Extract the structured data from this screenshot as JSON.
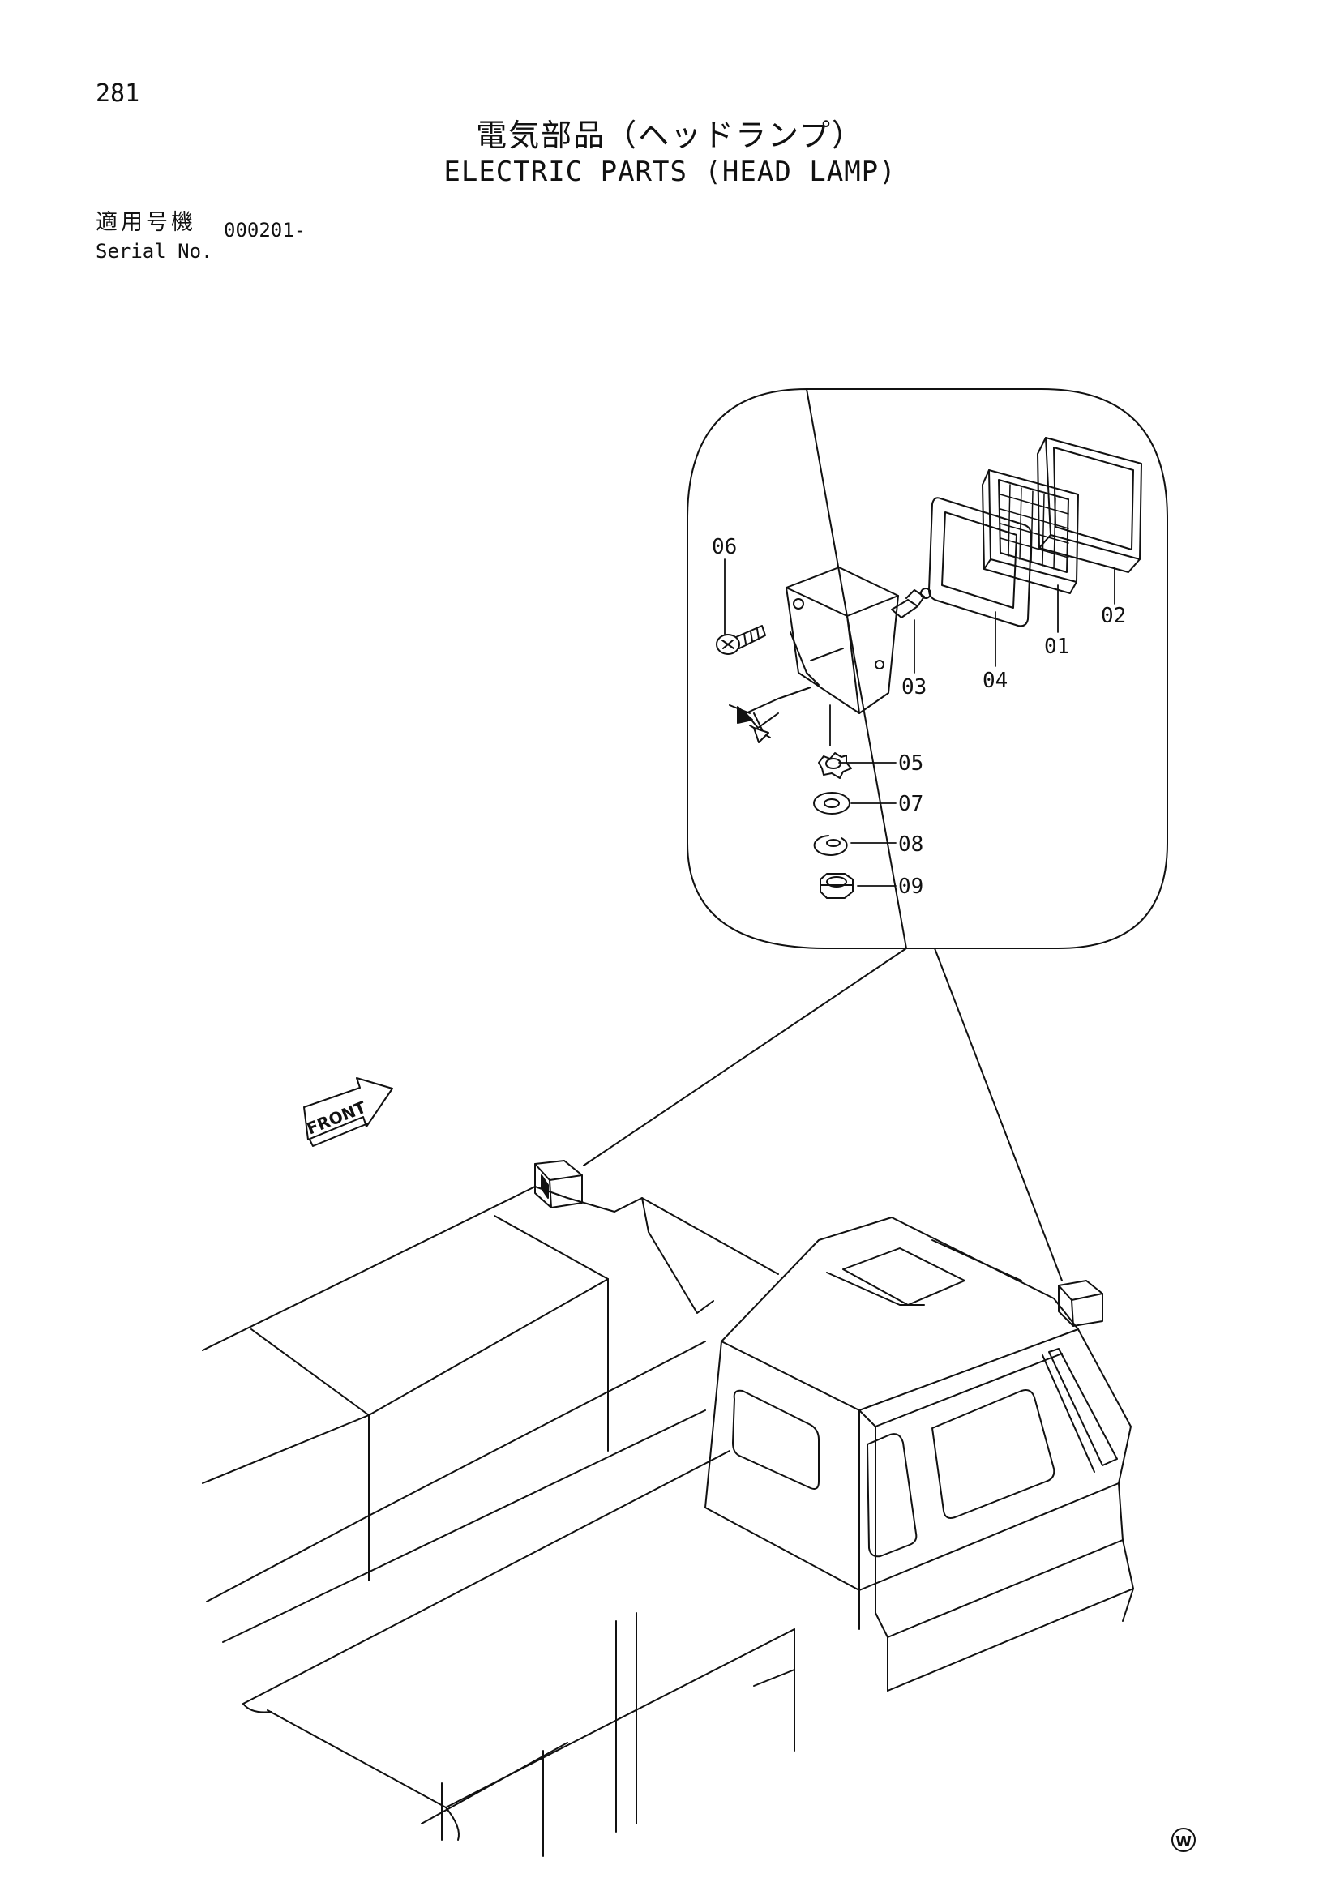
{
  "header": {
    "page_number": "281",
    "title_jp": "電気部品（ヘッドランプ）",
    "title_en": "ELECTRIC PARTS (HEAD LAMP)",
    "serial_label_jp": "適用号機",
    "serial_label_en": "Serial No.",
    "serial_value": "000201-"
  },
  "diagram": {
    "front_label": "FRONT",
    "part_labels": [
      "06",
      "02",
      "01",
      "03",
      "04",
      "05",
      "07",
      "08",
      "09"
    ]
  },
  "footer": {
    "mark": "W"
  }
}
